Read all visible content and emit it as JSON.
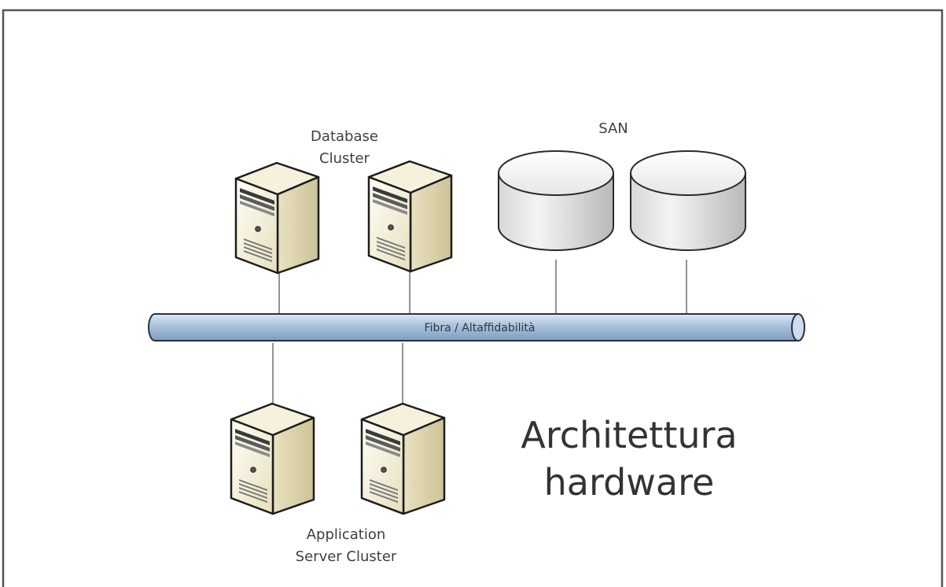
{
  "labels": {
    "database_cluster": [
      "Database",
      "Cluster"
    ],
    "san": "SAN",
    "bus": "Fibra / Altaffidabilità",
    "application_server_cluster": [
      "Application",
      "Server Cluster"
    ],
    "title": [
      "Architettura",
      "hardware"
    ]
  },
  "icons": {
    "server": "server-tower-icon",
    "storage": "storage-disk-icon"
  },
  "colors": {
    "frame": "#555555",
    "bus_fill": "#a9c2dc",
    "bus_stroke": "#2a3340",
    "server_light": "#fffdf3",
    "server_mid": "#e9e2c2",
    "server_dark": "#cfc59c",
    "disk_light": "#f2f2f2",
    "disk_dark": "#bdbdbd",
    "connector": "#7a7a7a"
  }
}
